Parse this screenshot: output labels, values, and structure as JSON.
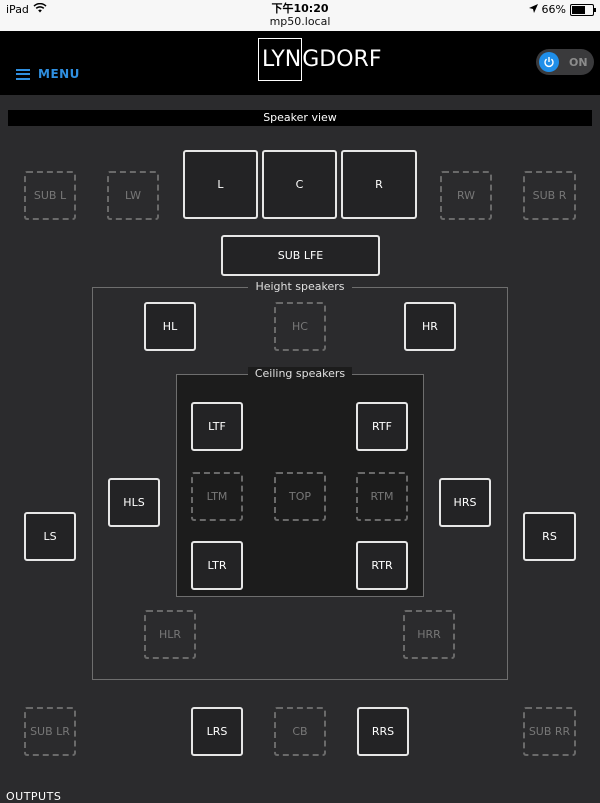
{
  "status_bar": {
    "device": "iPad",
    "time": "下午10:20",
    "url": "mp50.local",
    "battery": "66%",
    "battery_level": 0.66
  },
  "header": {
    "menu_label": "MENU",
    "logo": "LYNGDORF",
    "power_state": "ON"
  },
  "view_title": "Speaker view",
  "zones": {
    "height": "Height speakers",
    "ceiling": "Ceiling speakers"
  },
  "speakers": {
    "sub_l": "SUB L",
    "lw": "LW",
    "l": "L",
    "c": "C",
    "r": "R",
    "rw": "RW",
    "sub_r": "SUB R",
    "sub_lfe": "SUB LFE",
    "hl": "HL",
    "hc": "HC",
    "hr": "HR",
    "ltf": "LTF",
    "rtf": "RTF",
    "ltm": "LTM",
    "top": "TOP",
    "rtm": "RTM",
    "ltr": "LTR",
    "rtr": "RTR",
    "hls": "HLS",
    "hrs": "HRS",
    "ls": "LS",
    "rs": "RS",
    "hlr": "HLR",
    "hrr": "HRR",
    "sub_lr": "SUB LR",
    "lrs": "LRS",
    "cb": "CB",
    "rrs": "RRS",
    "sub_rr": "SUB RR"
  },
  "outputs_label": "OUTPUTS"
}
